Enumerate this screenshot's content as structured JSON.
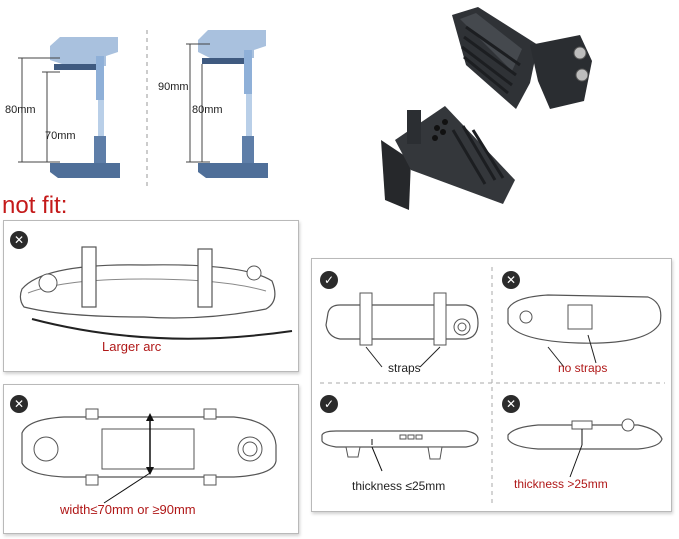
{
  "dims": {
    "left_outer": "80mm",
    "left_inner": "70mm",
    "right_outer": "90mm",
    "right_inner": "80mm"
  },
  "heading": "not fit:",
  "panels": {
    "arc": {
      "caption": "Larger arc",
      "status_icon": "cross-icon"
    },
    "width": {
      "caption": "width≤70mm or ≥90mm",
      "status_icon": "cross-icon"
    },
    "straps_ok": {
      "caption": "straps",
      "status_icon": "check-icon"
    },
    "straps_bad": {
      "caption": "no straps",
      "status_icon": "cross-icon"
    },
    "thick_ok": {
      "caption": "thickness ≤25mm",
      "status_icon": "check-icon"
    },
    "thick_bad": {
      "caption": "thickness >25mm",
      "status_icon": "cross-icon"
    }
  },
  "icons": {
    "cross": "✕",
    "check": "✓"
  },
  "colors": {
    "accent_red": "#c41a1a",
    "clamp_blue": "#4f6f99",
    "clamp_light": "#9fb8d6"
  }
}
